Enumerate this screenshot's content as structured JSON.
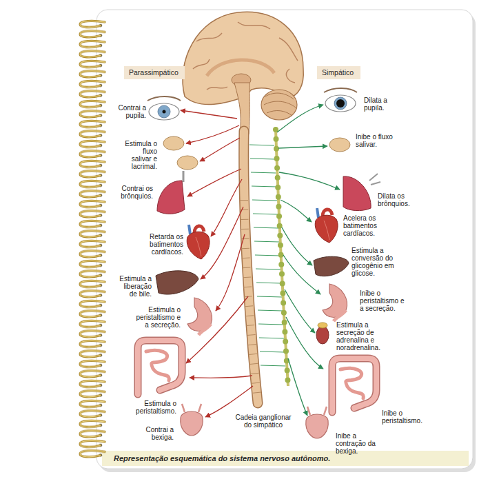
{
  "diagram": {
    "caption": "Representação esquemática do sistema nervoso autônomo.",
    "nodes": [
      {
        "text": [
          "Parassimpático"
        ]
      },
      {
        "text": [
          "Simpático"
        ]
      }
    ],
    "labels": [
      "Contrai a pupila.",
      "Estimula o fluxo salivar e lacrimal.",
      "Contrai os brônquios.",
      "Retarda os batimentos cardíacos.",
      "Estimula a liberação de bile.",
      "Estimula o peristaltismo e a secreção.",
      "Estimula o peristaltismo.",
      "Contrai a bexiga.",
      "Dilata a pupila.",
      "Inibe o fluxo salivar.",
      "Dilata os brônquios.",
      "Acelera os batimentos cardíacos.",
      "Estimula a conversão do glicogênio em glicose.",
      "Inibe o peristaltismo e a secreção.",
      "Estimula a secreção de adrenalina e noradrenalina.",
      "Inibe o peristaltismo.",
      "Inibe a contração da bexiga.",
      "Cadeia ganglionar do simpático"
    ]
  }
}
